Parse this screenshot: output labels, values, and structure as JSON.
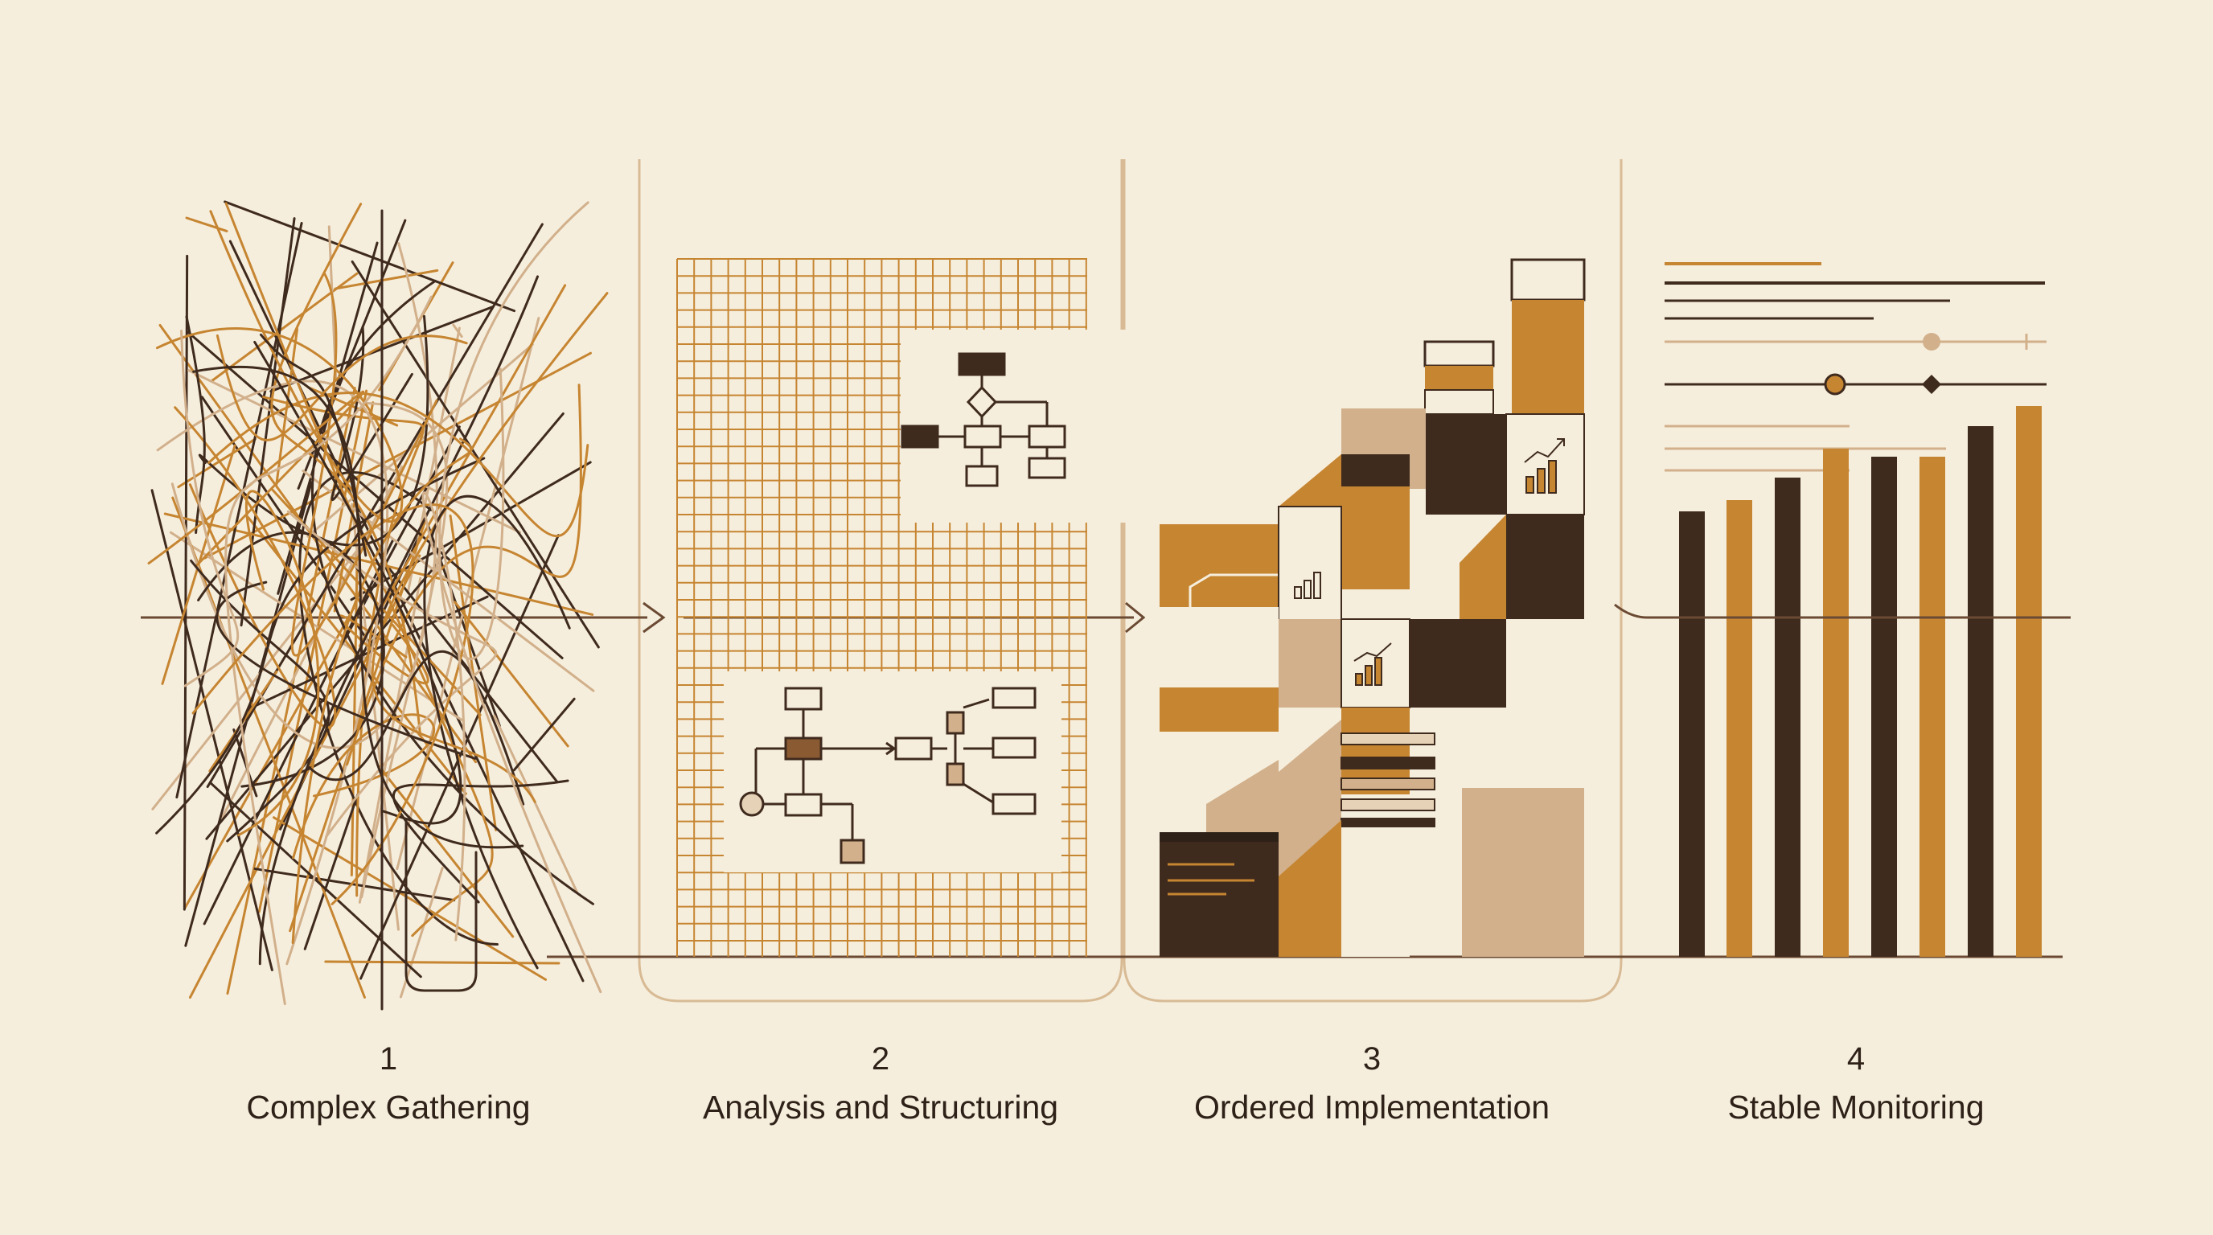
{
  "colors": {
    "background": "#f6eedd",
    "dark_brown": "#3f2a1e",
    "amber": "#c68531",
    "tan": "#d1b08b",
    "light_tan": "#e6d3b7",
    "line": "#6b4a33",
    "frame": "#d8bb95"
  },
  "stages": [
    {
      "number": "1",
      "label": "Complex Gathering"
    },
    {
      "number": "2",
      "label": "Analysis and Structuring"
    },
    {
      "number": "3",
      "label": "Ordered Implementation"
    },
    {
      "number": "4",
      "label": "Stable Monitoring"
    }
  ],
  "icons": {
    "tangle": "tangled-lines-icon",
    "grid": "grid-icon",
    "flowchart": "flowchart-icon",
    "blocks": "building-blocks-icon",
    "bars": "bar-chart-icon"
  }
}
